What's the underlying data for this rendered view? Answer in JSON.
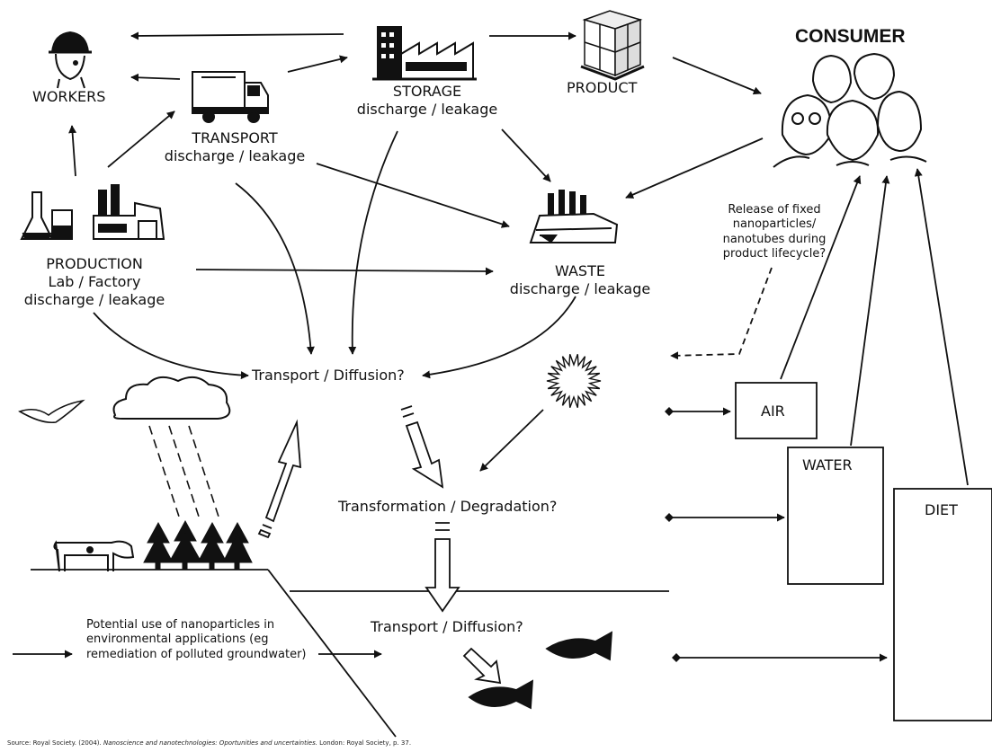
{
  "nodes": {
    "workers": "WORKERS",
    "transport_title": "TRANSPORT",
    "transport_sub": "discharge / leakage",
    "storage_title": "STORAGE",
    "storage_sub": "discharge / leakage",
    "product": "PRODUCT",
    "consumer": "CONSUMER",
    "production_line1": "PRODUCTION",
    "production_line2": "Lab / Factory",
    "production_line3": "discharge / leakage",
    "waste_title": "WASTE",
    "waste_sub": "discharge / leakage",
    "release_line1": "Release of fixed",
    "release_line2": "nanoparticles/",
    "release_line3": "nanotubes during",
    "release_line4": "product lifecycle?",
    "transport_diffusion_top": "Transport / Diffusion?",
    "transformation": "Transformation / Degradation?",
    "transport_diffusion_bottom": "Transport / Diffusion?",
    "air": "AIR",
    "water": "WATER",
    "diet": "DIET",
    "potential_line1": "Potential use of nanoparticles in",
    "potential_line2": "environmental applications (eg",
    "potential_line3": "remediation of polluted groundwater)"
  },
  "source": {
    "prefix": "Source: Royal Society. (2004). ",
    "title": "Nanoscience and nanotechnologies: Oportunities and uncertainties.",
    "suffix": " London: Royal Society, p. 37."
  }
}
